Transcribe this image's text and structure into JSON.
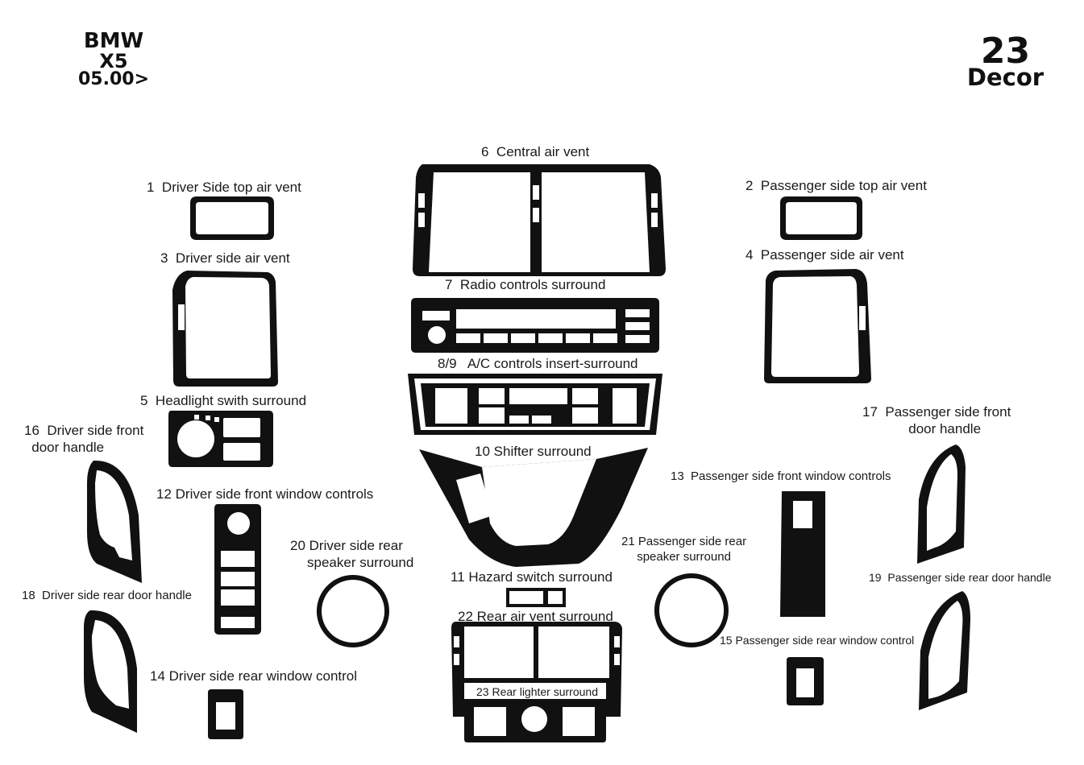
{
  "header": {
    "brand": "BMW",
    "model": "X5",
    "year": "05.00>",
    "piece_count": "23",
    "kit_type": "Decor"
  },
  "parts": [
    {
      "num": "1",
      "name": "Driver Side top air vent"
    },
    {
      "num": "2",
      "name": "Passenger side top air vent"
    },
    {
      "num": "3",
      "name": "Driver side air vent"
    },
    {
      "num": "4",
      "name": "Passenger side air vent"
    },
    {
      "num": "5",
      "name": "Headlight swith surround"
    },
    {
      "num": "6",
      "name": "Central air vent"
    },
    {
      "num": "7",
      "name": "Radio controls surround"
    },
    {
      "num": "8/9",
      "name": "A/C controls insert-surround"
    },
    {
      "num": "10",
      "name": "Shifter surround"
    },
    {
      "num": "11",
      "name": "Hazard switch surround"
    },
    {
      "num": "12",
      "name": "Driver side front window controls"
    },
    {
      "num": "13",
      "name": "Passenger side front window controls"
    },
    {
      "num": "14",
      "name": "Driver side rear window control"
    },
    {
      "num": "15",
      "name": "Passenger side rear window control"
    },
    {
      "num": "16",
      "name": "Driver side front",
      "name2": "door handle"
    },
    {
      "num": "17",
      "name": "Passenger side front",
      "name2": "door handle"
    },
    {
      "num": "18",
      "name": "Driver side rear door handle"
    },
    {
      "num": "19",
      "name": "Passenger side rear door handle"
    },
    {
      "num": "20",
      "name": "Driver side rear",
      "name2": "speaker surround"
    },
    {
      "num": "21",
      "name": "Passenger side rear",
      "name2": "speaker surround"
    },
    {
      "num": "22",
      "name": "Rear air vent surround"
    },
    {
      "num": "23",
      "name": "Rear lighter surround"
    }
  ],
  "colors": {
    "part_fill": "#111111",
    "background": "#ffffff"
  }
}
